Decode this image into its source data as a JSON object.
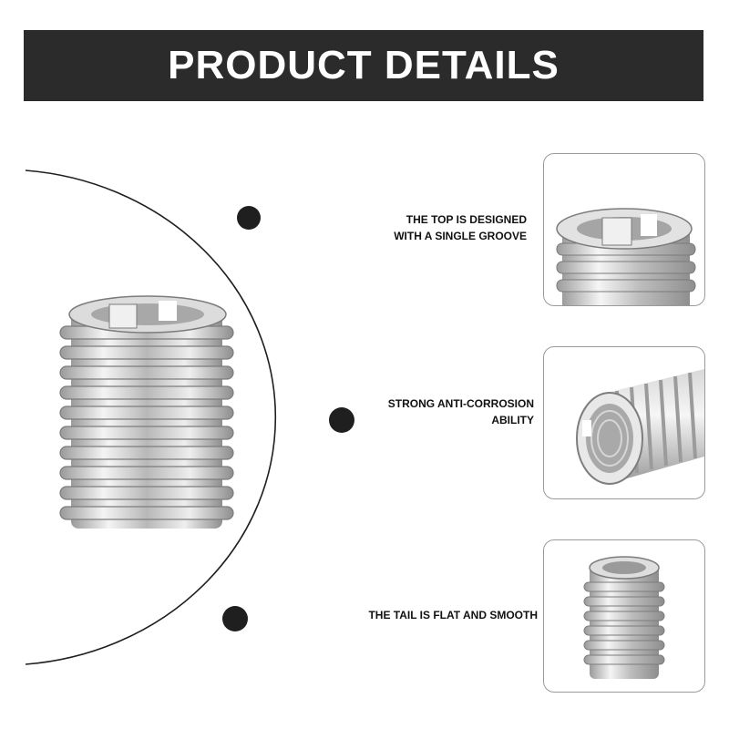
{
  "banner": {
    "title": "PRODUCT DETAILS"
  },
  "features": [
    {
      "label": "THE TOP IS DESIGNED\nWITH A SINGLE GROOVE",
      "image": "top-groove-closeup"
    },
    {
      "label": "STRONG ANTI-CORROSION\nABILITY",
      "image": "side-view-thread-insert"
    },
    {
      "label": "THE TAIL IS FLAT AND SMOOTH",
      "image": "full-view-thread-insert"
    }
  ],
  "colors": {
    "banner_bg": "#2b2b2b",
    "banner_text": "#ffffff",
    "dot": "#1f1f1f",
    "metal_light": "#f2f2f2",
    "metal_dark": "#8c8c8c"
  }
}
